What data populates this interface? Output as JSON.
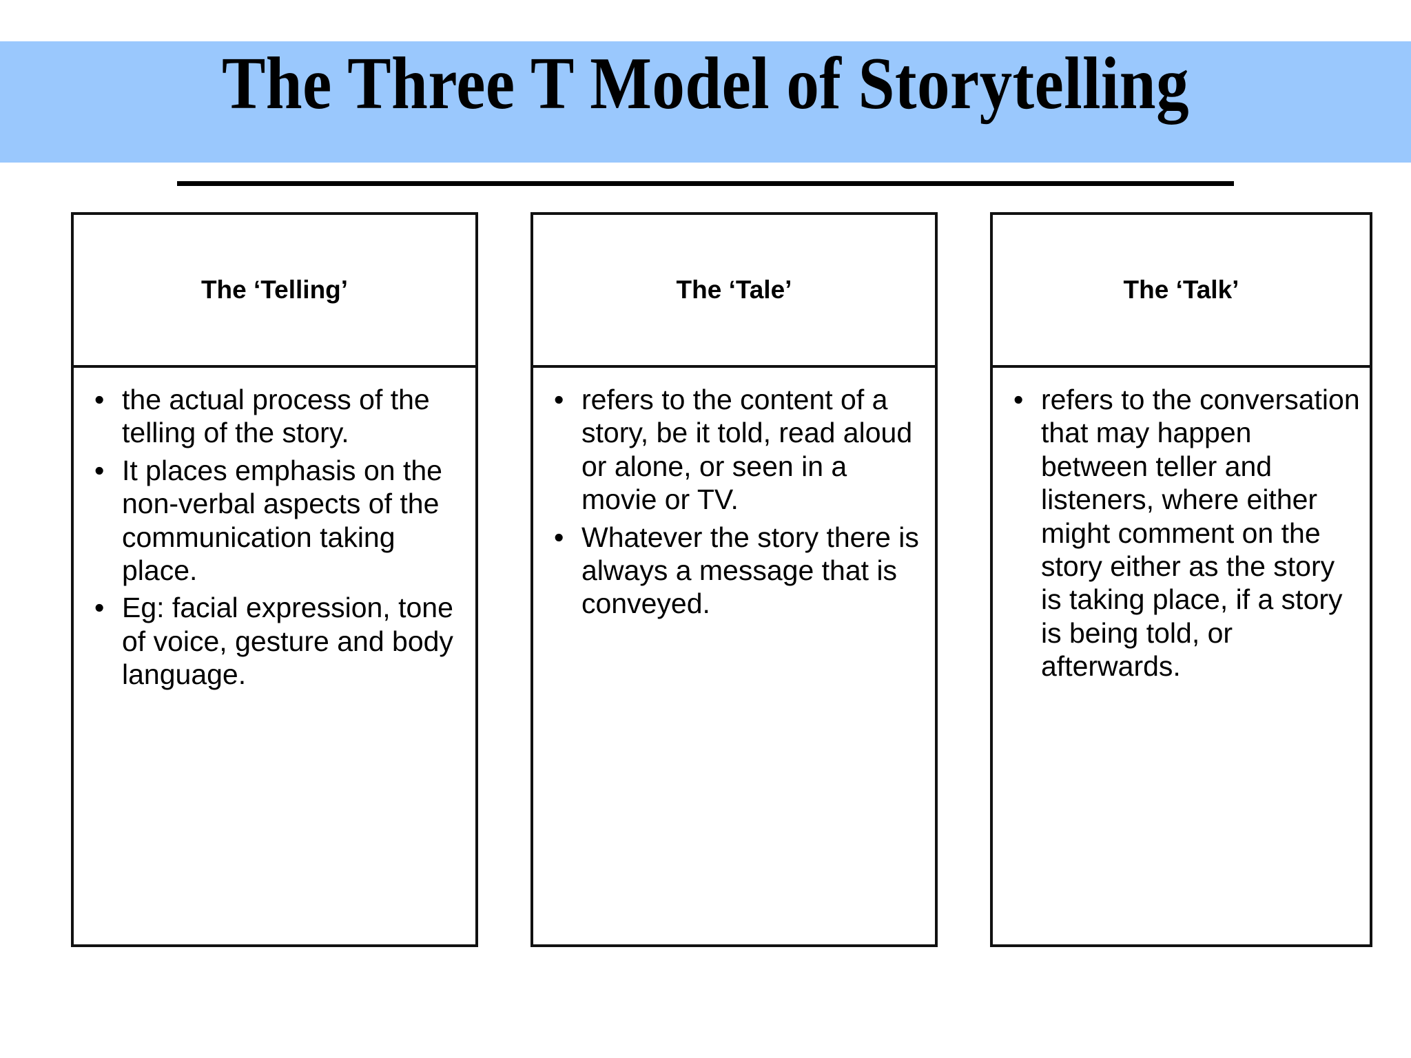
{
  "title": {
    "text": "The Three T Model of Storytelling",
    "banner_color": "#9AC8FD",
    "text_color": "#000000"
  },
  "columns": [
    {
      "header": "The ‘Telling’",
      "bullets": [
        "the actual process of the telling of the story.",
        "It places emphasis on the non-verbal aspects of the communication taking place.",
        "Eg: facial expression, tone of voice, gesture and body language."
      ]
    },
    {
      "header": "The ‘Tale’",
      "bullets": [
        "refers to the content of a story, be it told, read aloud or alone, or seen in a movie or TV.",
        "Whatever the story there is always a message that is conveyed."
      ]
    },
    {
      "header": "The ‘Talk’",
      "bullets": [
        "refers to the conversation that may happen between teller and listeners, where either might comment on the story either as the story is taking place, if a story is being told, or afterwards."
      ]
    }
  ],
  "bullet_marker": "•"
}
